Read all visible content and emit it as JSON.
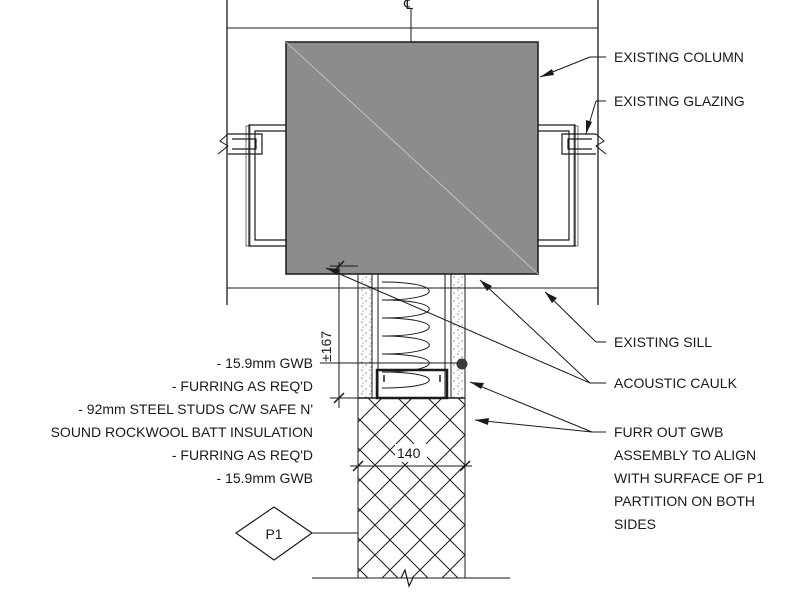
{
  "centerline_symbol": "℄",
  "callouts_right": [
    "EXISTING COLUMN",
    "EXISTING GLAZING",
    "EXISTING SILL",
    "ACOUSTIC CAULK",
    "FURR OUT GWB",
    "ASSEMBLY TO ALIGN",
    "WITH SURFACE OF P1",
    "PARTITION ON BOTH",
    "SIDES"
  ],
  "assembly_notes": [
    "- 15.9mm GWB",
    "- FURRING AS REQ'D",
    "- 92mm STEEL STUDS C/W SAFE N'",
    "SOUND ROCKWOOL BATT INSULATION",
    "- FURRING AS REQ'D",
    "- 15.9mm GWB"
  ],
  "dimensions": {
    "height": "±167",
    "width": "140"
  },
  "partition_tag": "P1",
  "colors": {
    "column_fill": "#8c8c8c",
    "ink": "#1a1a1a"
  }
}
